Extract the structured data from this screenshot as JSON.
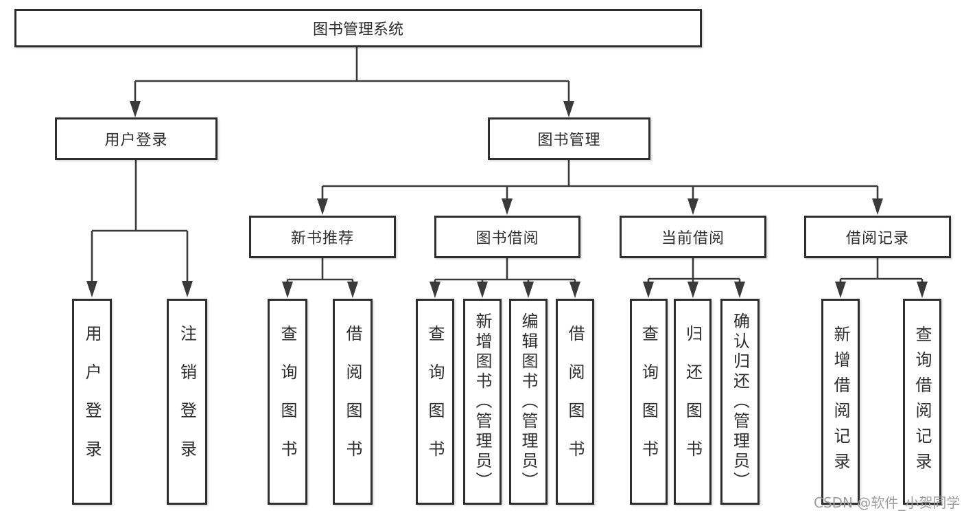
{
  "diagram": {
    "title": "图书管理系统",
    "root": "图书管理系统",
    "level2": [
      "用户登录",
      "图书管理"
    ],
    "level3": [
      "新书推荐",
      "图书借阅",
      "当前借阅",
      "借阅记录"
    ],
    "leaves": {
      "user_login": [
        "用户登录",
        "注销登录"
      ],
      "new_book_recommend": [
        "查询图书",
        "借阅图书"
      ],
      "book_borrow": [
        "查询图书",
        "新增图书（管理员）",
        "编辑图书（管理员）",
        "借阅图书"
      ],
      "current_borrow": [
        "查询图书",
        "归还图书",
        "确认归还（管理员）"
      ],
      "borrow_record": [
        "新增借阅记录",
        "查询借阅记录"
      ]
    },
    "line_color": "#3a3a3a",
    "border_color": "#2e2e2e",
    "text_color": "#2d2d2d",
    "watermark_color": "#9c9c9c"
  },
  "watermark": "CSDN @软件_小贺同学"
}
